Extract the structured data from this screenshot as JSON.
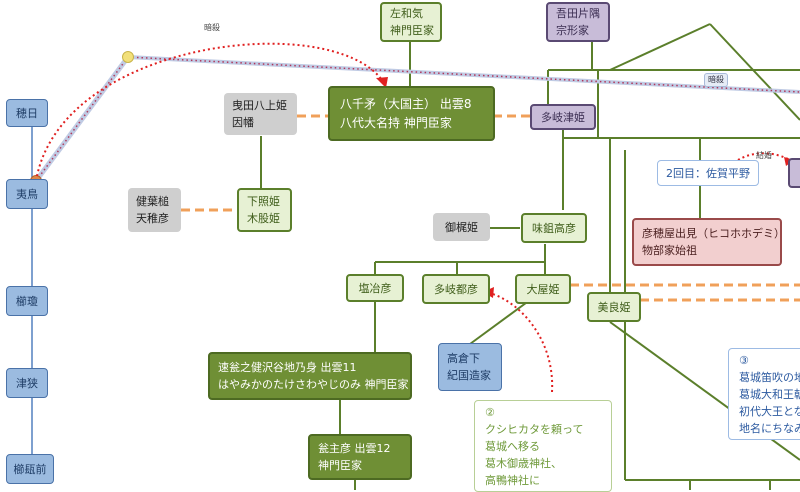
{
  "nodes": {
    "hohi": "穂日",
    "ihitori": "夷鳥",
    "kushitama": "櫛瓊",
    "tsusaki": "津狭",
    "kushikamisaki": "櫛瓺前",
    "sawaki": [
      "左和気",
      "神門臣家"
    ],
    "agatakatasu": [
      "吾田片隅",
      "宗形家"
    ],
    "yachihoko": [
      "八千矛（大国主） 出雲8",
      "八代大名持 神門臣家"
    ],
    "sashikuni": [
      "曳田八上姫",
      "因幡"
    ],
    "takiribime": "多岐津姫",
    "takehasu": [
      "健葉槌",
      "天稚彦"
    ],
    "shitateru": [
      "下照姫",
      "木股姫"
    ],
    "mikajihime": "御梶姫",
    "ajisuki": "味鉏高彦",
    "hiko_hohodemi": [
      "彦穂屋出見（ヒコホホデミ）",
      "物部家始祖"
    ],
    "shioji": "塩冶彦",
    "takitsu": "多岐都彦",
    "oyahime": "大屋姫",
    "mirahime": "美良姫",
    "hayamika": [
      "速瓮之健沢谷地乃身 出雲11",
      "はやみかのたけさわやじのみ 神門臣家"
    ],
    "takakura": [
      "高倉下",
      "紀国造家"
    ],
    "mikanushi": [
      "瓮主彦 出雲12",
      "神門臣家"
    ]
  },
  "notes": {
    "second": "2回目：佐賀平野",
    "box2": [
      "②",
      "クシヒカタを頼って",
      "葛城へ移る",
      "葛木御歳神社、",
      "高鴨神社に"
    ],
    "box3": [
      "③",
      "葛城笛吹の地",
      "葛城大和王朝",
      "初代大王とな",
      "地名にちなみ"
    ]
  },
  "labels": {
    "ansatsu1": "暗殺",
    "ansatsu2": "暗殺",
    "kekkon": "結婚"
  }
}
